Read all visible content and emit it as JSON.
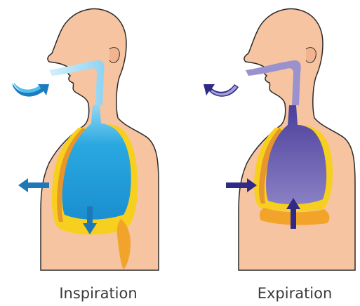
{
  "panels": [
    {
      "id": "inspiration",
      "caption": "Inspiration",
      "lung_color": "#29a8e0",
      "airway_color": "#a9ddf4",
      "arrow_color": "#1e78b8"
    },
    {
      "id": "expiration",
      "caption": "Expiration",
      "lung_color": "#6b5fb0",
      "airway_color": "#9a91cf",
      "arrow_color": "#2e2a86"
    }
  ],
  "colors": {
    "skin": "#f6c4a0",
    "skin_outline": "#2b2b2b",
    "pleura_yellow": "#f7cf1f",
    "diaphragm_orange": "#f2a42a",
    "inhale_curve_light": "#4fc0ee",
    "inhale_curve_dark": "#1c7cc0",
    "exhale_curve_light": "#a99fd8",
    "exhale_curve_dark": "#2e2a86"
  }
}
